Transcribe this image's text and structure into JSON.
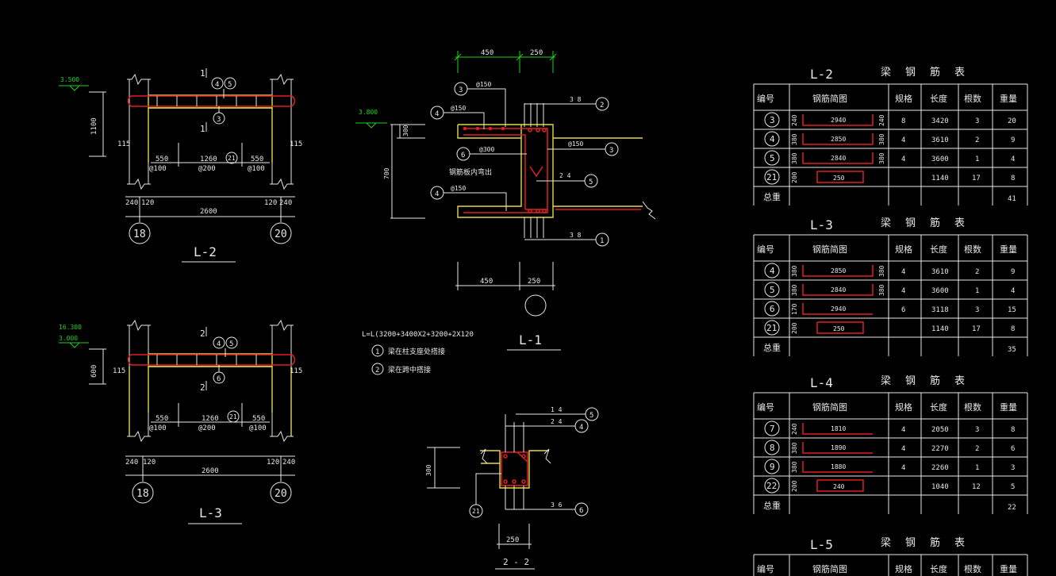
{
  "drawings": {
    "l2": {
      "title": "L-2",
      "elev": "3.500",
      "height": "1100",
      "side": "115",
      "side_r": "115",
      "bar_marks": [
        "4",
        "5",
        "3",
        "21"
      ],
      "section_mark": "1",
      "dims_top": [
        "550",
        "1260",
        "550"
      ],
      "spacing": [
        "@100",
        "@200",
        "@100"
      ],
      "dims_bot": [
        "240",
        "120",
        "120",
        "240"
      ],
      "span": "2600",
      "axes": [
        "18",
        "20"
      ]
    },
    "l3": {
      "title": "L-3",
      "elev1": "16.300",
      "elev2": "3.000",
      "height": "600",
      "side": "115",
      "side_r": "115",
      "bar_marks": [
        "4",
        "5",
        "6",
        "21"
      ],
      "section_mark": "2",
      "dims_top": [
        "550",
        "1260",
        "550"
      ],
      "spacing": [
        "@100",
        "@200",
        "@100"
      ],
      "dims_bot": [
        "240",
        "120",
        "120",
        "240"
      ],
      "span": "2600",
      "axes": [
        "18",
        "20"
      ]
    },
    "l1": {
      "title": "L-1",
      "top_dims": [
        "450",
        "250"
      ],
      "elev": "3.800",
      "h1": "300",
      "h2": "700",
      "marks": [
        "3",
        "4",
        "6",
        "4",
        "2",
        "1",
        "3",
        "5"
      ],
      "labels": [
        "@150",
        "@150",
        "@300",
        "@150",
        "3 8",
        "@150",
        "2 4",
        "3 8"
      ],
      "note_bar": "钢筋板内弯出",
      "bot_dims": [
        "450",
        "250"
      ]
    },
    "s22": {
      "title": "2 - 2",
      "height": "300",
      "width": "250",
      "marks": [
        "5",
        "4",
        "21",
        "6"
      ],
      "labels": [
        "1 4",
        "2 4",
        "3 6"
      ]
    },
    "notes": {
      "formula": "L=L(3200+3400X2+3200+2X120",
      "n1_mark": "1",
      "n1": "梁在柱支座处搭接",
      "n2_mark": "2",
      "n2": "梁在跨中搭接"
    }
  },
  "tables": [
    {
      "title": "L-2",
      "caption": [
        "梁",
        "钢",
        "筋",
        "表"
      ],
      "headers": [
        "编号",
        "钢筋简图",
        "规格",
        "长度",
        "根数",
        "重量"
      ],
      "rows": [
        {
          "no": "3",
          "left": "240",
          "len_in": "2940",
          "right": "240",
          "spec": "8",
          "length": "3420",
          "count": "3",
          "weight": "20"
        },
        {
          "no": "4",
          "left": "380",
          "len_in": "2850",
          "right": "380",
          "spec": "4",
          "length": "3610",
          "count": "2",
          "weight": "9"
        },
        {
          "no": "5",
          "left": "380",
          "len_in": "2840",
          "right": "380",
          "spec": "4",
          "length": "3600",
          "count": "1",
          "weight": "4"
        },
        {
          "no": "21",
          "left": "200",
          "len_in": "250",
          "right": "",
          "spec": "",
          "length": "1140",
          "count": "17",
          "weight": "8"
        }
      ],
      "total_label": "总重",
      "total": "41"
    },
    {
      "title": "L-3",
      "caption": [
        "梁",
        "钢",
        "筋",
        "表"
      ],
      "headers": [
        "编号",
        "钢筋简图",
        "规格",
        "长度",
        "根数",
        "重量"
      ],
      "rows": [
        {
          "no": "4",
          "left": "380",
          "len_in": "2850",
          "right": "380",
          "spec": "4",
          "length": "3610",
          "count": "2",
          "weight": "9"
        },
        {
          "no": "5",
          "left": "380",
          "len_in": "2840",
          "right": "380",
          "spec": "4",
          "length": "3600",
          "count": "1",
          "weight": "4"
        },
        {
          "no": "6",
          "left": "170",
          "len_in": "2940",
          "right": "",
          "spec": "6",
          "length": "3118",
          "count": "3",
          "weight": "15"
        },
        {
          "no": "21",
          "left": "200",
          "len_in": "250",
          "right": "",
          "spec": "",
          "length": "1140",
          "count": "17",
          "weight": "8"
        }
      ],
      "total_label": "总重",
      "total": "35"
    },
    {
      "title": "L-4",
      "caption": [
        "梁",
        "钢",
        "筋",
        "表"
      ],
      "headers": [
        "编号",
        "钢筋简图",
        "规格",
        "长度",
        "根数",
        "重量"
      ],
      "rows": [
        {
          "no": "7",
          "left": "240",
          "len_in": "1810",
          "right": "",
          "spec": "4",
          "length": "2050",
          "count": "3",
          "weight": "8"
        },
        {
          "no": "8",
          "left": "380",
          "len_in": "1890",
          "right": "",
          "spec": "4",
          "length": "2270",
          "count": "2",
          "weight": "6"
        },
        {
          "no": "9",
          "left": "380",
          "len_in": "1880",
          "right": "",
          "spec": "4",
          "length": "2260",
          "count": "1",
          "weight": "3"
        },
        {
          "no": "22",
          "left": "200",
          "len_in": "240",
          "right": "",
          "spec": "",
          "length": "1040",
          "count": "12",
          "weight": "5"
        }
      ],
      "total_label": "总重",
      "total": "22"
    },
    {
      "title": "L-5",
      "caption": [
        "梁",
        "钢",
        "筋",
        "表"
      ],
      "headers": [
        "编号",
        "钢筋简图",
        "规格",
        "长度",
        "根数",
        "重量"
      ],
      "rows": [],
      "total_label": "",
      "total": ""
    }
  ]
}
